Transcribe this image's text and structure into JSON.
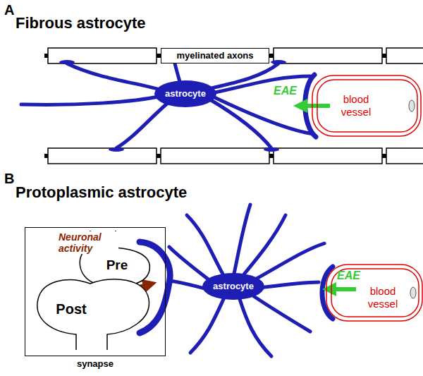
{
  "diagram": {
    "nodes": [
      {
        "text": [
          "myelinated axons"
        ]
      },
      {
        "text": [
          "astrocyte"
        ]
      },
      {
        "text": [
          "blood vessel"
        ]
      },
      {
        "text": [
          "synapse"
        ]
      },
      {
        "text": [
          "Pre"
        ],
        "in": 3
      },
      {
        "text": [
          "Post"
        ],
        "in": 3
      },
      {
        "text": [
          "astrocyte"
        ]
      },
      {
        "text": [
          "blood vessel"
        ]
      }
    ],
    "labels": [
      "A",
      "Fibrous astrocyte",
      "EAE",
      "B",
      "Protoplasmic astrocyte",
      "Neuronal activity",
      "EAE"
    ]
  }
}
